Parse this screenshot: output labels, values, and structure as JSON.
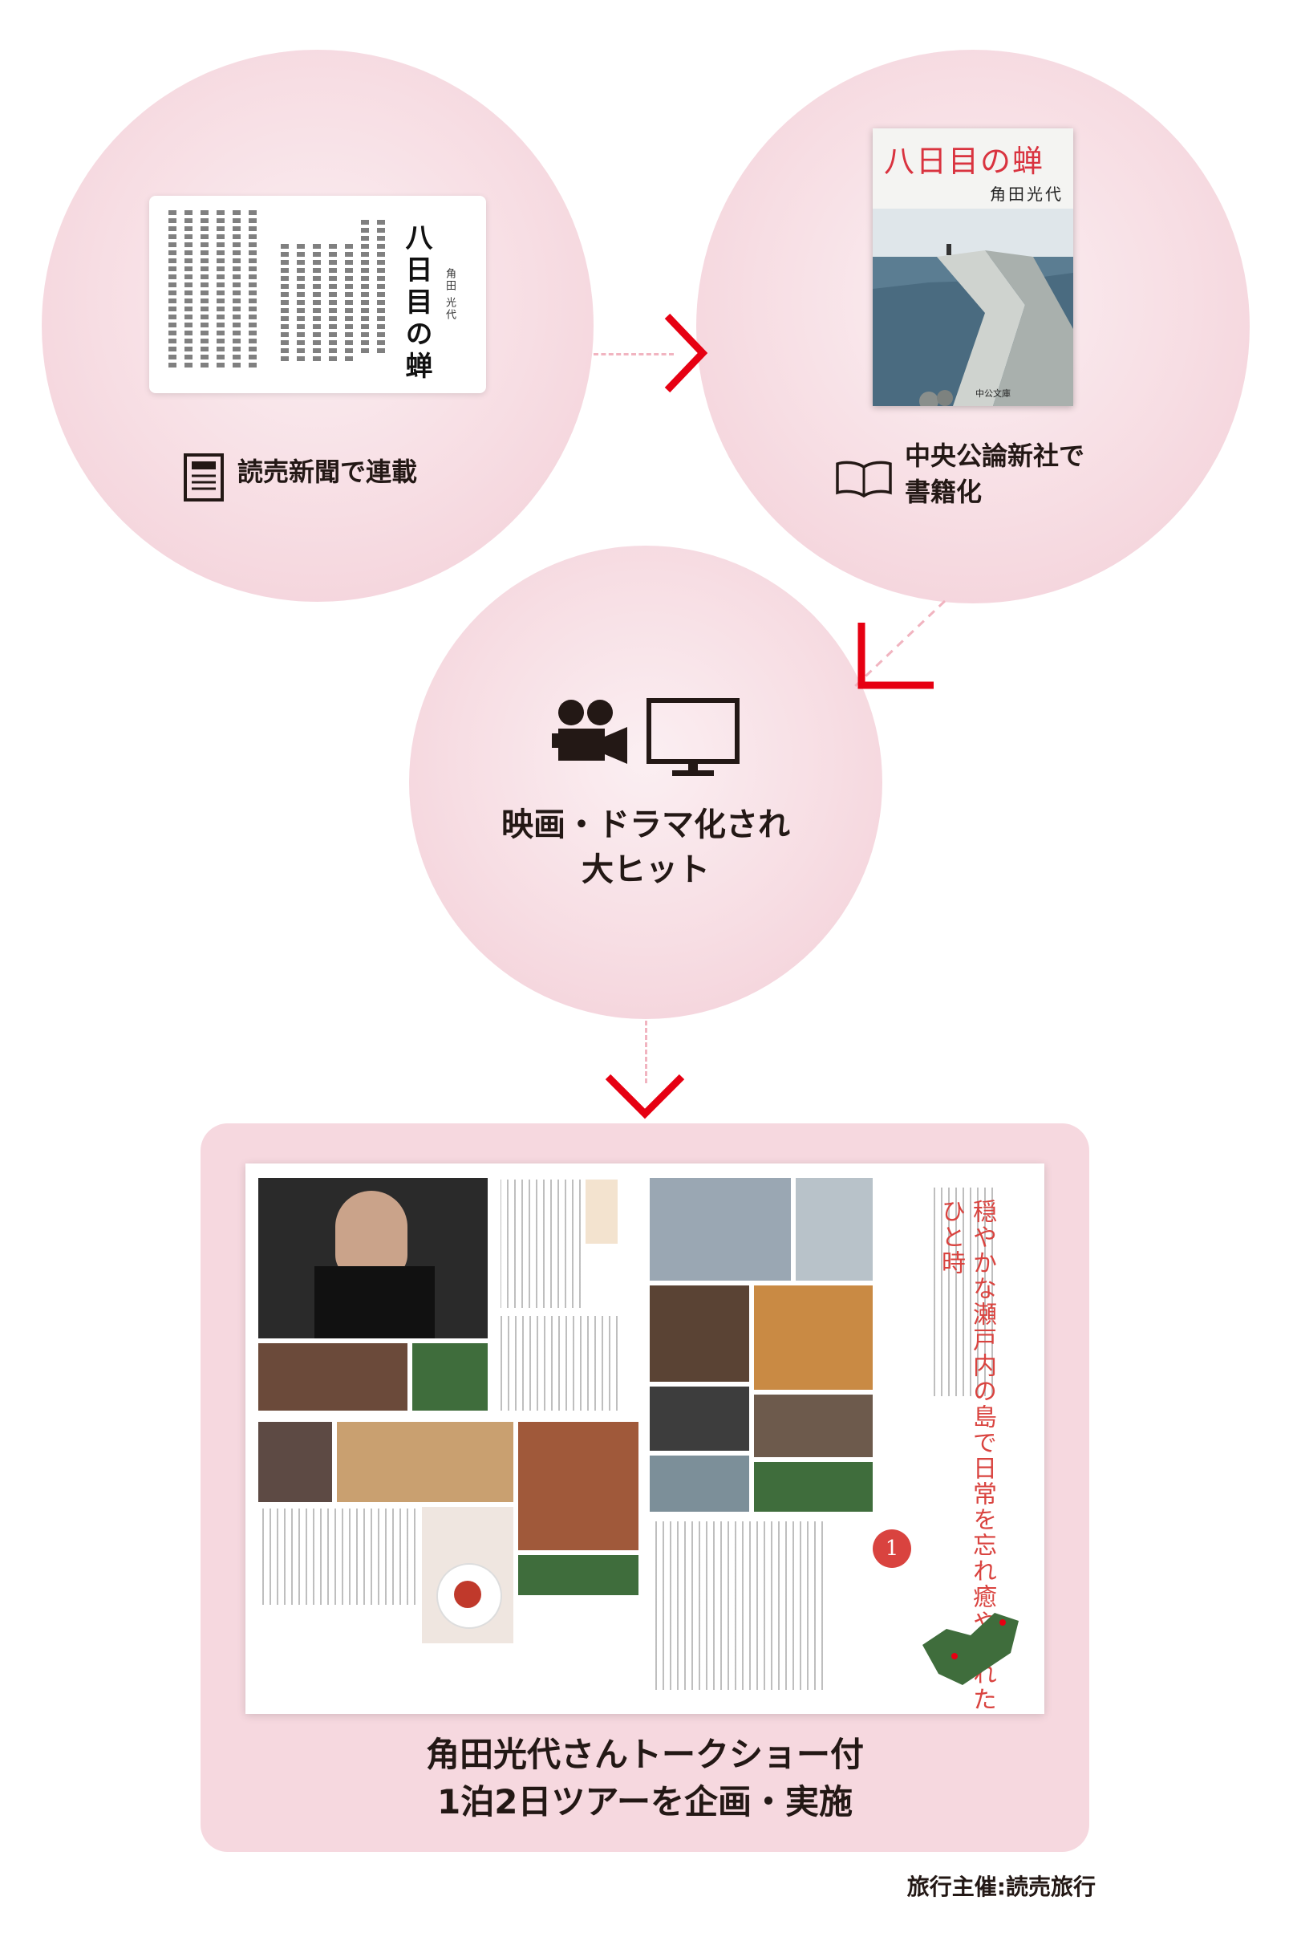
{
  "steps": [
    {
      "label": "読売新聞で連載",
      "clipping": {
        "title": "八日目の蝉",
        "author": "角田 光代"
      }
    },
    {
      "label_line1": "中央公論新社で",
      "label_line2": "書籍化",
      "book": {
        "title": "八日目の蝉",
        "author": "角田光代",
        "publisher": "中公文庫"
      }
    },
    {
      "label_line1": "映画・ドラマ化され",
      "label_line2": "大ヒット"
    },
    {
      "label_line1": "角田光代さんトークショー付",
      "label_line2": "1泊2日ツアーを企画・実施",
      "magazine": {
        "headline": "穏やかな瀬戸内の島で日常を忘れ癒やされたひと時",
        "day": "1"
      }
    }
  ],
  "footer": "旅行主催:読売旅行",
  "colors": {
    "circle": "#f7dde3",
    "arrow": "#e60012",
    "dash": "#f1b4c0",
    "panel": "#f6d8df"
  }
}
